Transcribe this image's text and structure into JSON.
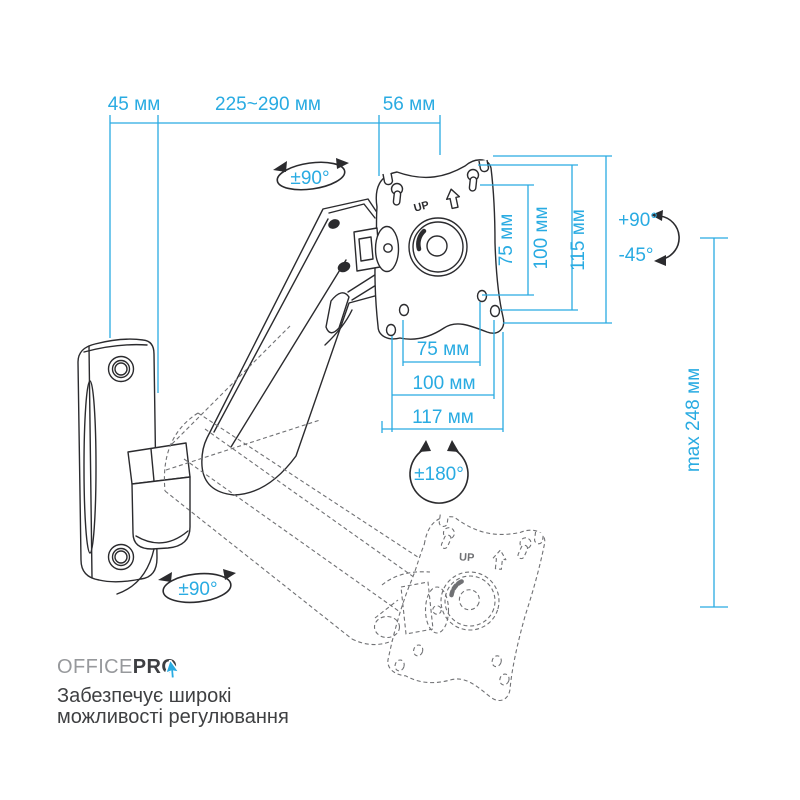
{
  "colors": {
    "dimension_blue": "#29abe2",
    "line_art": "#2b2b2e",
    "ghost_gray": "#707174",
    "logo_gray": "#97999c",
    "logo_dark": "#3e3f42"
  },
  "dims": {
    "top_left": "45 мм",
    "top_mid": "225~290 мм",
    "top_right": "56 мм",
    "vesa_v75": "75 мм",
    "vesa_v100": "100 мм",
    "vesa_v115": "115 мм",
    "vesa_h75": "75 мм",
    "vesa_h100": "100 мм",
    "vesa_h117": "117 мм",
    "height_max": "max 248 мм"
  },
  "rotations": {
    "swivel_top": "±90°",
    "swivel_bottom": "±90°",
    "rotate_plate": "±180°",
    "tilt_up": "+90°",
    "tilt_down": "-45°"
  },
  "plate": {
    "up": "UP"
  },
  "logo": {
    "office": "OFFICE",
    "pro": "PRO"
  },
  "tagline": {
    "line1": "Забезпечує широкі",
    "line2": "можливості регулювання"
  }
}
